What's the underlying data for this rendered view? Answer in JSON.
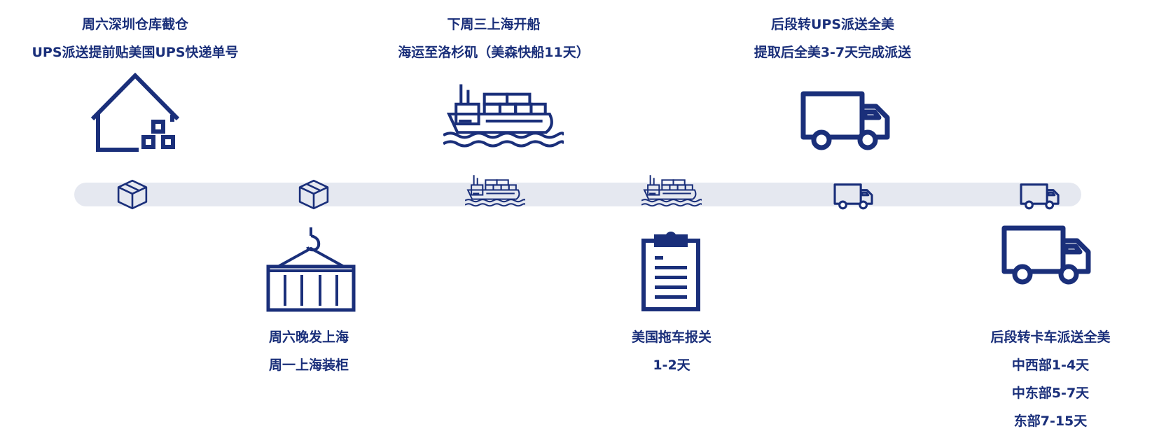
{
  "colors": {
    "primary": "#1a2f7a",
    "track": "#e5e8f0"
  },
  "top_steps": [
    {
      "icon": "warehouse-icon",
      "lines": [
        "周六深圳仓库截仓",
        "UPS派送提前贴美国UPS快递单号"
      ]
    },
    {
      "icon": "cargo-ship-icon",
      "lines": [
        "下周三上海开船",
        "海运至洛杉矶（美森快船11天）"
      ]
    },
    {
      "icon": "delivery-truck-icon",
      "lines": [
        "后段转UPS派送全美",
        "提取后全美3-7天完成派送"
      ]
    }
  ],
  "bottom_steps": [
    {
      "icon": "container-crane-icon",
      "lines": [
        "周六晚发上海",
        "周一上海装柜"
      ]
    },
    {
      "icon": "clipboard-icon",
      "lines": [
        "美国拖车报关",
        "1-2天"
      ]
    },
    {
      "icon": "delivery-truck-icon",
      "lines": [
        "后段转卡车派送全美",
        "中西部1-4天",
        "中东部5-7天",
        "东部7-15天"
      ]
    }
  ],
  "timeline_markers": [
    "package-icon",
    "package-icon",
    "ship-icon",
    "ship-icon",
    "truck-icon",
    "truck-icon"
  ]
}
